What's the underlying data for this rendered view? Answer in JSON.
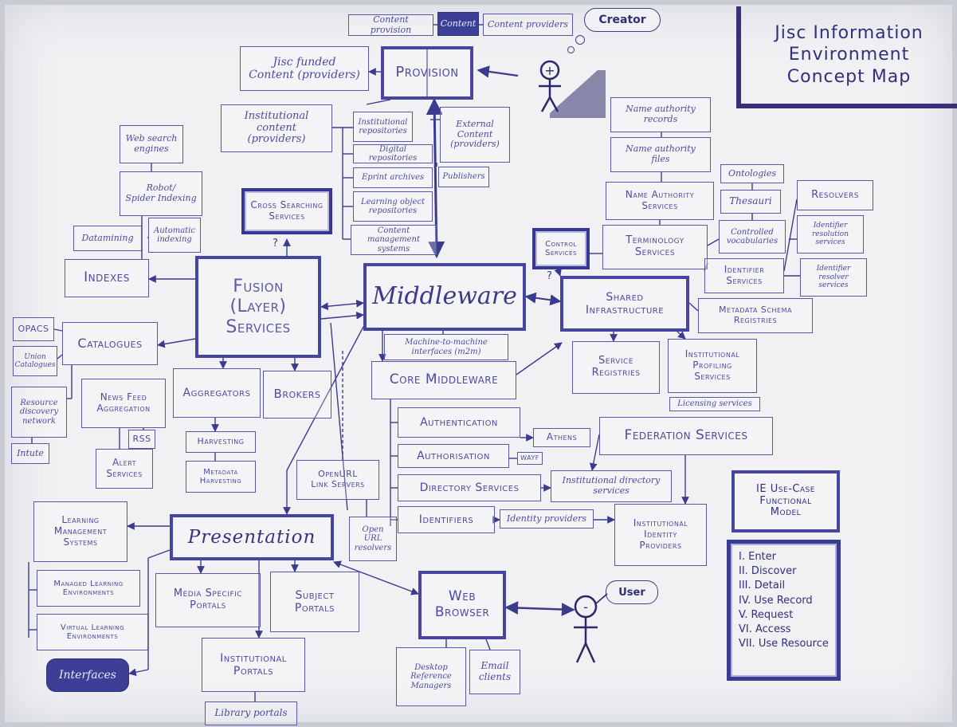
{
  "title": [
    "Jisc Information",
    "Environment",
    "Concept Map"
  ],
  "creator": "Creator",
  "user": "User",
  "person_marks": {
    "creator": "+",
    "user": "-"
  },
  "question_mark": "?",
  "colors": {
    "ink": "#4a4aa0",
    "dark_ink": "#3d3f96",
    "paper": "#f1f1f4"
  },
  "boxes": {
    "content_provision": "Content provision",
    "content": "Content",
    "content_providers": "Content providers",
    "jisc_funded": "Jisc funded\nContent (providers)",
    "provision": "Provision",
    "institutional_content": "Institutional content\n(providers)",
    "institutional_repositories": "Institutional\nrepositories",
    "digital_repositories": "Digital repositories",
    "eprint_archives": "Eprint archives",
    "learning_object_repositories": "Learning object\nrepositories",
    "content_management_systems": "Content management\nsystems",
    "external_content": "External\nContent\n(providers)",
    "publishers": "Publishers",
    "web_search_engines": "Web search\nengines",
    "robot_spider_indexing": "Robot/\nSpider Indexing",
    "datamining": "Datamining",
    "automatic_indexing": "Automatic\nindexing",
    "cross_searching": "Cross Searching\nServices",
    "indexes": "Indexes",
    "fusion": "Fusion\n(Layer)\nServices",
    "middleware": "Middleware",
    "machine_interfaces": "Machine-to-machine\ninterfaces (m2m)",
    "opacs": "OPACS",
    "union_catalogues": "Union\nCatalogues",
    "catalogues": "Catalogues",
    "resource_discovery_network": "Resource\ndiscovery\nnetwork",
    "intute": "Intute",
    "news_feed_aggregation": "News Feed\nAggregation",
    "rss": "RSS",
    "alert_services": "Alert\nServices",
    "aggregators": "Aggregators",
    "brokers": "Brokers",
    "harvesting": "Harvesting",
    "metadata_harvesting": "Metadata\nHarvesting",
    "openurl_link_servers": "OpenURL\nLink Servers",
    "open_url_resolvers": "Open\nURL\nresolvers",
    "core_middleware": "Core Middleware",
    "authentication": "Authentication",
    "athens": "Athens",
    "authorisation": "Authorisation",
    "wayf": "WAYF",
    "directory_services": "Directory Services",
    "institutional_directory_services": "Institutional directory\nservices",
    "identifiers": "Identifiers",
    "identity_providers": "Identity providers",
    "institutional_identity_providers": "Institutional\nIdentity\nProviders",
    "federation_services": "Federation Services",
    "control_services": "Control\nServices",
    "shared_infrastructure": "Shared\nInfrastructure",
    "service_registries": "Service\nRegistries",
    "institutional_profiling": "Institutional\nProfiling\nServices",
    "licensing_services": "Licensing services",
    "name_authority_records": "Name authority\nrecords",
    "name_authority_files": "Name authority\nfiles",
    "name_authority_services": "Name Authority\nServices",
    "terminology_services": "Terminology\nServices",
    "ontologies": "Ontologies",
    "thesauri": "Thesauri",
    "controlled_vocabularies": "Controlled\nvocabularies",
    "resolvers": "Resolvers",
    "identifier_resolution_services": "Identifier\nresolution\nservices",
    "identifier_services": "Identifier\nServices",
    "identifier_resolver_services": "Identifier\nresolver\nservices",
    "metadata_schema_registries": "Metadata Schema\nRegistries",
    "learning_management_systems": "Learning\nManagement\nSystems",
    "presentation": "Presentation",
    "managed_learning_environments": "Managed Learning\nEnvironments",
    "virtual_learning_environments": "Virtual Learning\nEnvironments",
    "interfaces": "Interfaces",
    "media_specific_portals": "Media Specific\nPortals",
    "subject_portals": "Subject\nPortals",
    "institutional_portals": "Institutional\nPortals",
    "library_portals": "Library portals",
    "web_browser": "Web\nBrowser",
    "desktop_reference_managers": "Desktop\nReference\nManagers",
    "email_clients": "Email\nclients"
  },
  "use_case": {
    "title": "IE Use-Case\nFunctional\nModel",
    "steps": [
      "I. Enter",
      "II. Discover",
      "III. Detail",
      "IV. Use Record",
      "V. Request",
      "VI. Access",
      "VII. Use Resource"
    ]
  }
}
